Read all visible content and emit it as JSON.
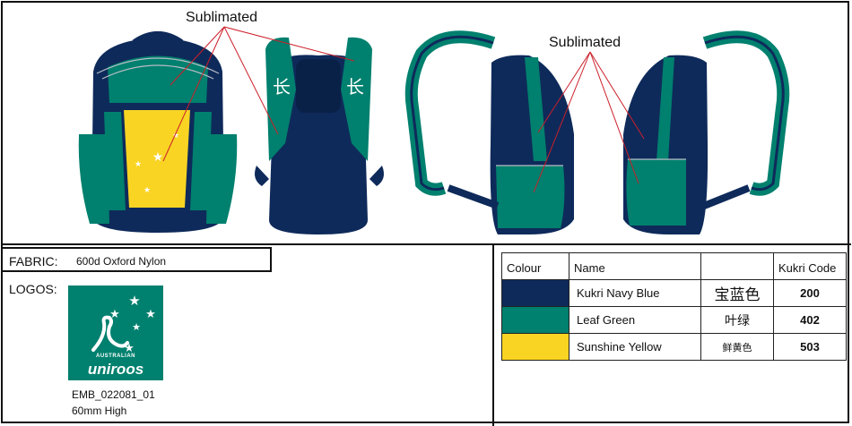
{
  "annotations": {
    "sublimated_left": "Sublimated",
    "sublimated_right": "Sublimated"
  },
  "fabric": {
    "label": "FABRIC:",
    "value": "600d Oxford Nylon"
  },
  "logos": {
    "label": "LOGOS:",
    "logo_text_small": "AUSTRALIAN",
    "logo_text_big": "uniroos",
    "code": "EMB_022081_01",
    "size": "60mm High"
  },
  "colour_table": {
    "headers": [
      "Colour",
      "Name",
      "",
      "Kukri Code"
    ],
    "rows": [
      {
        "color": "#0e2a5a",
        "name": "Kukri Navy Blue",
        "chinese": "宝蓝色",
        "code": "200"
      },
      {
        "color": "#00806e",
        "name": "Leaf Green",
        "chinese": "叶绿",
        "code": "402"
      },
      {
        "color": "#f9d423",
        "name": "Sunshine Yellow",
        "chinese": "鲜黄色",
        "code": "503"
      }
    ]
  },
  "colors": {
    "navy": "#0e2a5a",
    "green": "#00806e",
    "yellow": "#f9d423",
    "callout": "#cc1f2a"
  }
}
